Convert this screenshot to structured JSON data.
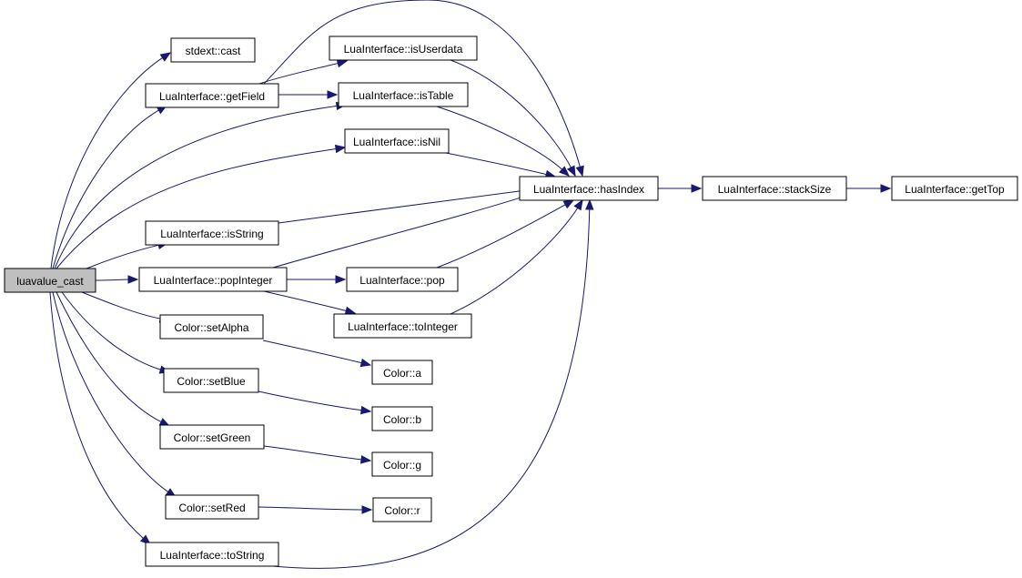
{
  "graph": {
    "colors": {
      "edge": "#191970",
      "root_fill": "#bfbfbf",
      "node_fill": "#ffffff",
      "node_border": "#000000"
    },
    "nodes": [
      {
        "id": "luavalue_cast",
        "label": "luavalue_cast"
      },
      {
        "id": "stdext_cast",
        "label": "stdext::cast"
      },
      {
        "id": "getField",
        "label": "LuaInterface::getField"
      },
      {
        "id": "isUserdata",
        "label": "LuaInterface::isUserdata"
      },
      {
        "id": "isTable",
        "label": "LuaInterface::isTable"
      },
      {
        "id": "isNil",
        "label": "LuaInterface::isNil"
      },
      {
        "id": "hasIndex",
        "label": "LuaInterface::hasIndex"
      },
      {
        "id": "stackSize",
        "label": "LuaInterface::stackSize"
      },
      {
        "id": "getTop",
        "label": "LuaInterface::getTop"
      },
      {
        "id": "isString",
        "label": "LuaInterface::isString"
      },
      {
        "id": "popInteger",
        "label": "LuaInterface::popInteger"
      },
      {
        "id": "pop",
        "label": "LuaInterface::pop"
      },
      {
        "id": "toInteger",
        "label": "LuaInterface::toInteger"
      },
      {
        "id": "setAlpha",
        "label": "Color::setAlpha"
      },
      {
        "id": "color_a",
        "label": "Color::a"
      },
      {
        "id": "setBlue",
        "label": "Color::setBlue"
      },
      {
        "id": "color_b",
        "label": "Color::b"
      },
      {
        "id": "setGreen",
        "label": "Color::setGreen"
      },
      {
        "id": "color_g",
        "label": "Color::g"
      },
      {
        "id": "setRed",
        "label": "Color::setRed"
      },
      {
        "id": "color_r",
        "label": "Color::r"
      },
      {
        "id": "toString",
        "label": "LuaInterface::toString"
      }
    ],
    "edges": [
      {
        "from": "luavalue_cast",
        "to": "stdext_cast"
      },
      {
        "from": "luavalue_cast",
        "to": "getField"
      },
      {
        "from": "luavalue_cast",
        "to": "isTable"
      },
      {
        "from": "luavalue_cast",
        "to": "isNil"
      },
      {
        "from": "luavalue_cast",
        "to": "isString"
      },
      {
        "from": "luavalue_cast",
        "to": "popInteger"
      },
      {
        "from": "luavalue_cast",
        "to": "setAlpha"
      },
      {
        "from": "luavalue_cast",
        "to": "setBlue"
      },
      {
        "from": "luavalue_cast",
        "to": "setGreen"
      },
      {
        "from": "luavalue_cast",
        "to": "setRed"
      },
      {
        "from": "luavalue_cast",
        "to": "toString"
      },
      {
        "from": "getField",
        "to": "isUserdata"
      },
      {
        "from": "getField",
        "to": "isTable"
      },
      {
        "from": "getField",
        "to": "hasIndex"
      },
      {
        "from": "isUserdata",
        "to": "hasIndex"
      },
      {
        "from": "isTable",
        "to": "hasIndex"
      },
      {
        "from": "isNil",
        "to": "hasIndex"
      },
      {
        "from": "isString",
        "to": "hasIndex"
      },
      {
        "from": "popInteger",
        "to": "hasIndex"
      },
      {
        "from": "popInteger",
        "to": "pop"
      },
      {
        "from": "popInteger",
        "to": "toInteger"
      },
      {
        "from": "pop",
        "to": "hasIndex"
      },
      {
        "from": "toInteger",
        "to": "hasIndex"
      },
      {
        "from": "toString",
        "to": "hasIndex"
      },
      {
        "from": "hasIndex",
        "to": "stackSize"
      },
      {
        "from": "stackSize",
        "to": "getTop"
      },
      {
        "from": "setAlpha",
        "to": "color_a"
      },
      {
        "from": "setBlue",
        "to": "color_b"
      },
      {
        "from": "setGreen",
        "to": "color_g"
      },
      {
        "from": "setRed",
        "to": "color_r"
      }
    ]
  }
}
